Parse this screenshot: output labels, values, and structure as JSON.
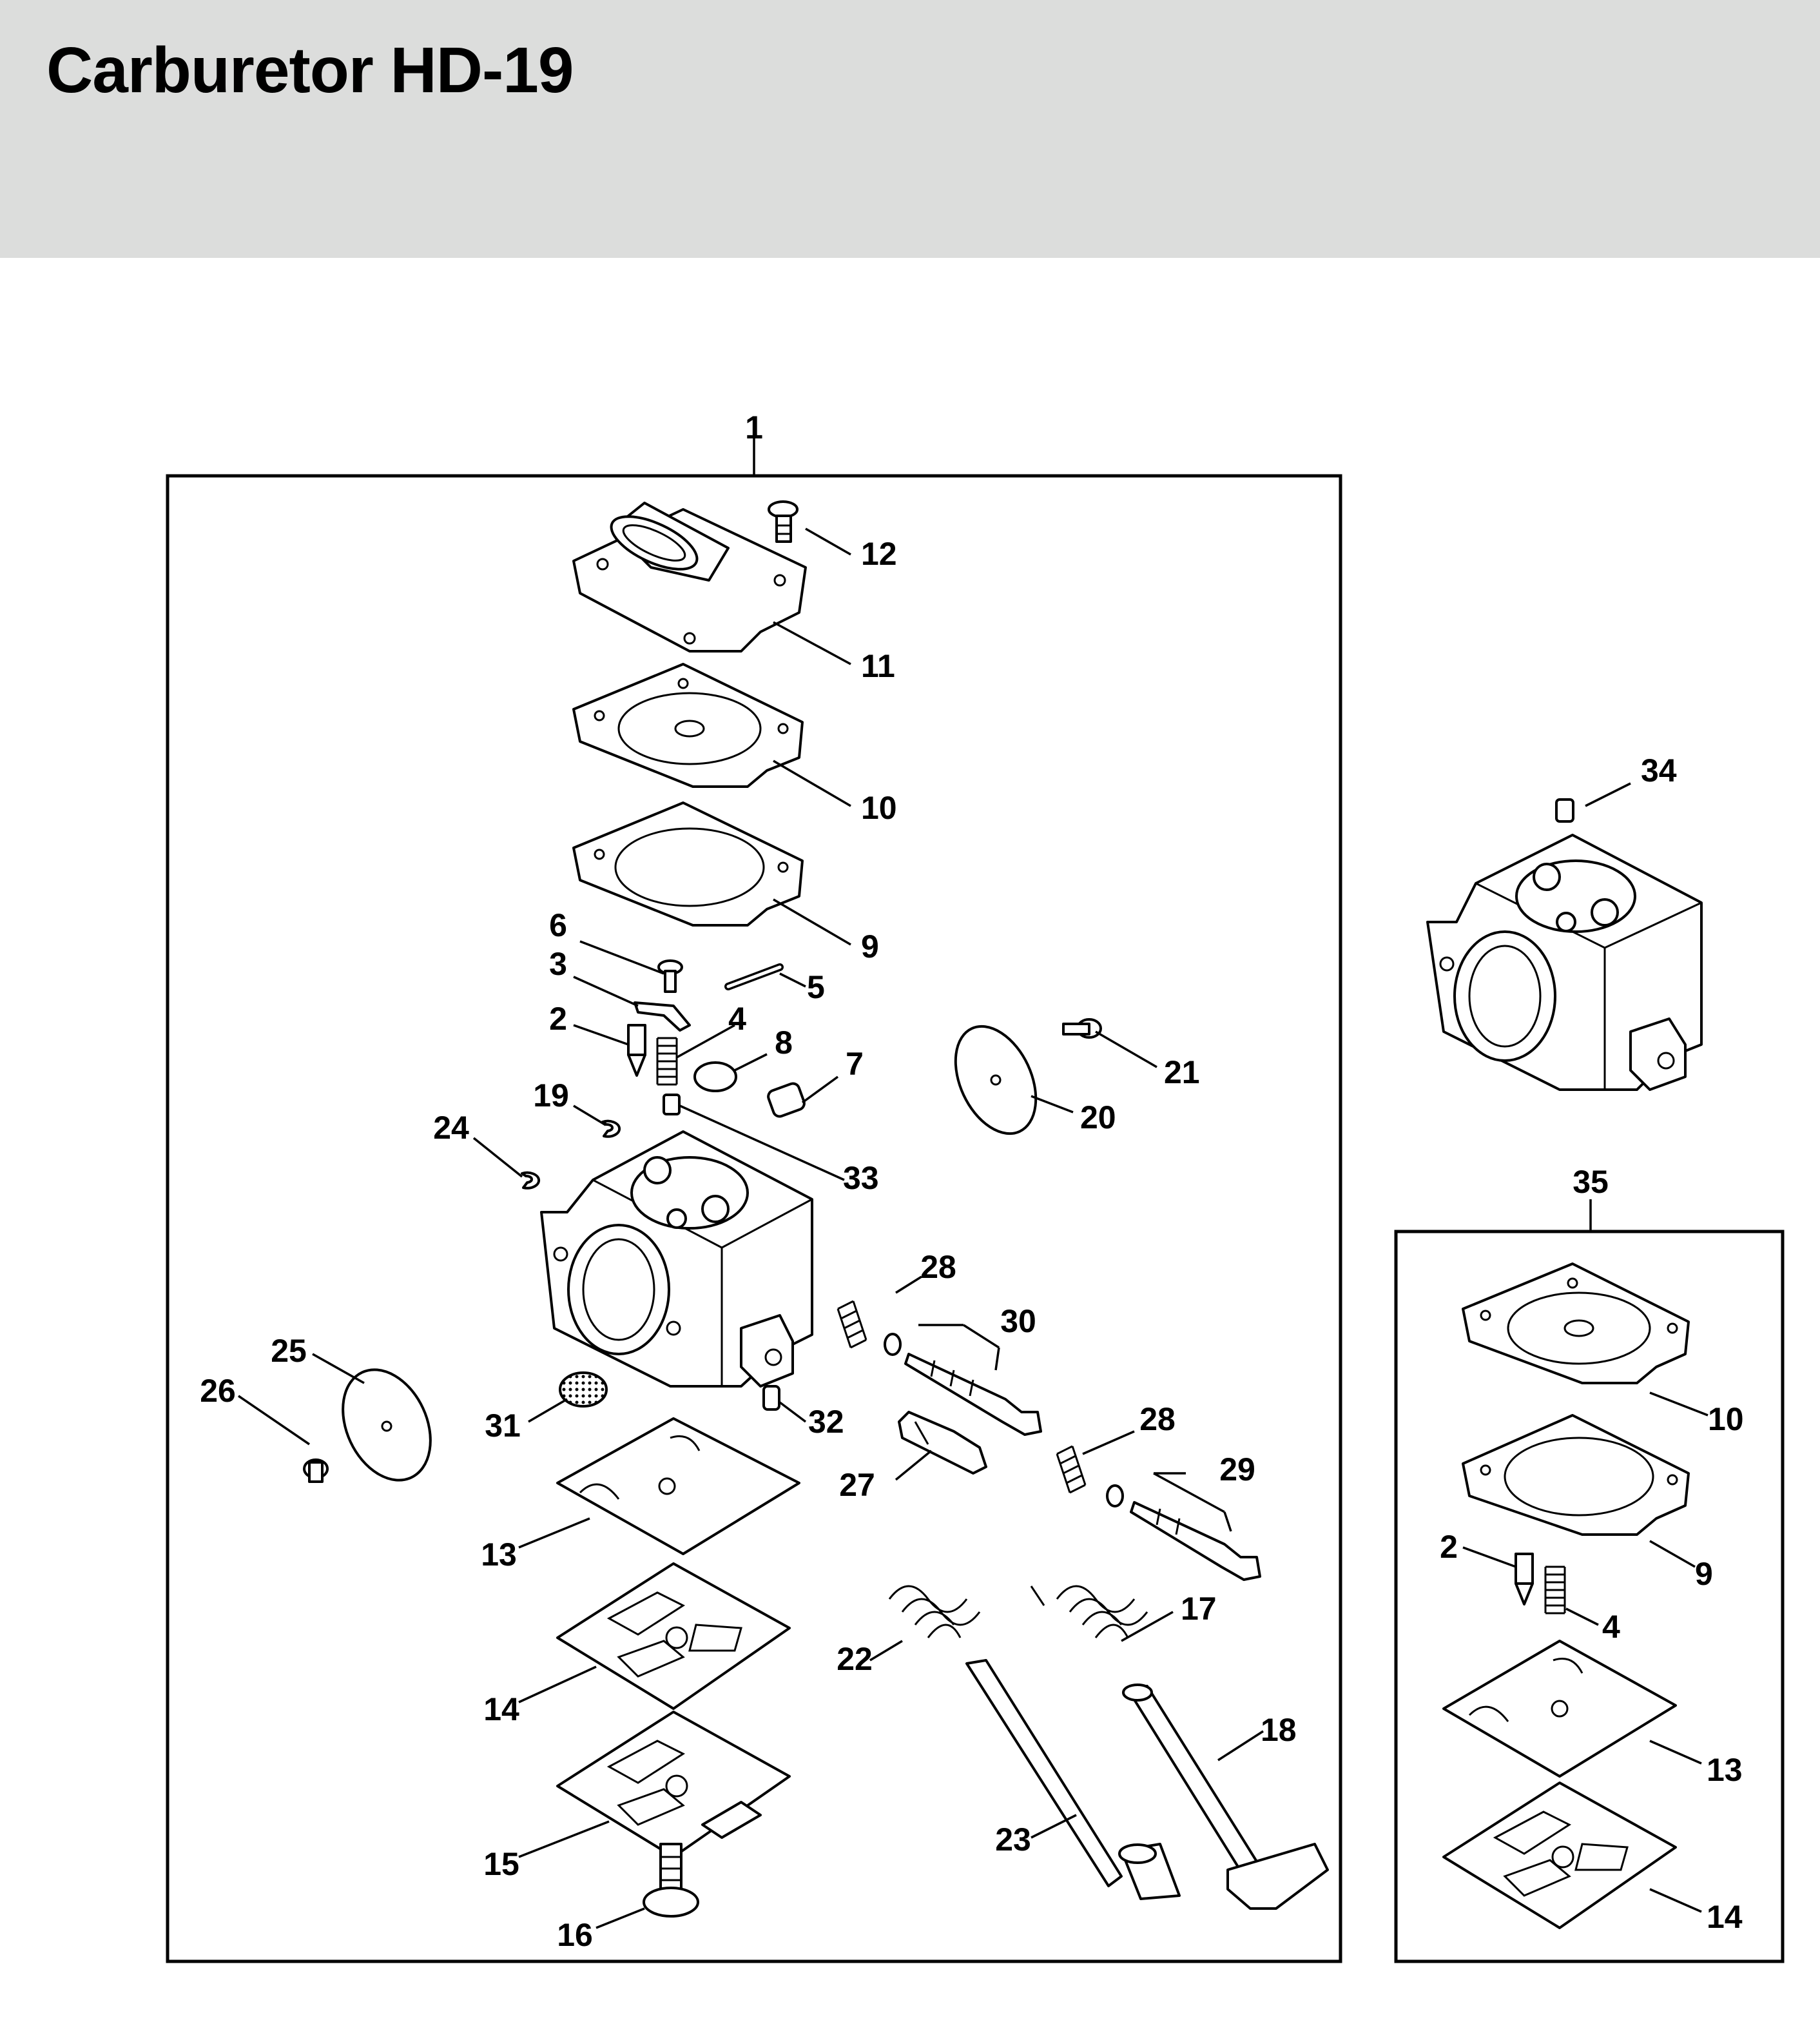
{
  "title": "Carburetor HD-19",
  "colors": {
    "header_bg": "#dcdddc",
    "ink": "#000000",
    "paper": "#ffffff"
  },
  "groups": {
    "main": {
      "label": "1"
    },
    "carburetor_body": {
      "label": "34"
    },
    "kit": {
      "label": "35"
    }
  },
  "callouts": {
    "main": {
      "c2": "2",
      "c3": "3",
      "c4": "4",
      "c5": "5",
      "c6": "6",
      "c7": "7",
      "c8": "8",
      "c9": "9",
      "c10": "10",
      "c11": "11",
      "c12": "12",
      "c13": "13",
      "c14": "14",
      "c15": "15",
      "c16": "16",
      "c17": "17",
      "c18": "18",
      "c19": "19",
      "c20": "20",
      "c21": "21",
      "c22": "22",
      "c23": "23",
      "c24": "24",
      "c25": "25",
      "c26": "26",
      "c27": "27",
      "c28a": "28",
      "c28b": "28",
      "c29": "29",
      "c30": "30",
      "c31": "31",
      "c32": "32",
      "c33": "33"
    },
    "kit": {
      "c10": "10",
      "c9": "9",
      "c2": "2",
      "c4": "4",
      "c13": "13",
      "c14": "14"
    }
  }
}
